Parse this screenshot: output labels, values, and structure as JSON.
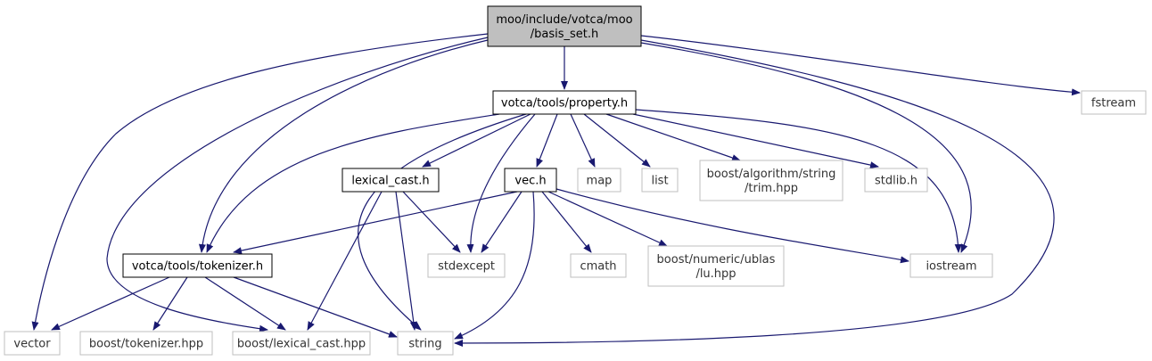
{
  "colors": {
    "edge": "#191970",
    "root_fill": "#bfbfbf",
    "root_border": "#000000",
    "internal_border": "#000000",
    "external_border": "#bfbfbf",
    "text": "#000000",
    "external_text": "#333333"
  },
  "nodes": {
    "root": {
      "lines": [
        "moo/include/votca/moo",
        "/basis_set.h"
      ],
      "kind": "root"
    },
    "property_h": {
      "lines": [
        "votca/tools/property.h"
      ],
      "kind": "internal"
    },
    "fstream": {
      "lines": [
        "fstream"
      ],
      "kind": "external"
    },
    "lexical_cast_h": {
      "lines": [
        "lexical_cast.h"
      ],
      "kind": "internal"
    },
    "vec_h": {
      "lines": [
        "vec.h"
      ],
      "kind": "internal"
    },
    "map": {
      "lines": [
        "map"
      ],
      "kind": "external"
    },
    "list": {
      "lines": [
        "list"
      ],
      "kind": "external"
    },
    "trim_hpp": {
      "lines": [
        "boost/algorithm/string",
        "/trim.hpp"
      ],
      "kind": "external"
    },
    "stdlib_h": {
      "lines": [
        "stdlib.h"
      ],
      "kind": "external"
    },
    "tokenizer_h": {
      "lines": [
        "votca/tools/tokenizer.h"
      ],
      "kind": "internal"
    },
    "stdexcept": {
      "lines": [
        "stdexcept"
      ],
      "kind": "external"
    },
    "cmath": {
      "lines": [
        "cmath"
      ],
      "kind": "external"
    },
    "lu_hpp": {
      "lines": [
        "boost/numeric/ublas",
        "/lu.hpp"
      ],
      "kind": "external"
    },
    "iostream": {
      "lines": [
        "iostream"
      ],
      "kind": "external"
    },
    "vector": {
      "lines": [
        "vector"
      ],
      "kind": "external"
    },
    "boost_tokenizer_hpp": {
      "lines": [
        "boost/tokenizer.hpp"
      ],
      "kind": "external"
    },
    "boost_lexical_cast_hpp": {
      "lines": [
        "boost/lexical_cast.hpp"
      ],
      "kind": "external"
    },
    "string": {
      "lines": [
        "string"
      ],
      "kind": "external"
    }
  },
  "edges": [
    [
      "root",
      "property_h"
    ],
    [
      "root",
      "fstream"
    ],
    [
      "root",
      "iostream"
    ],
    [
      "root",
      "string"
    ],
    [
      "root",
      "tokenizer_h"
    ],
    [
      "root",
      "vector"
    ],
    [
      "root",
      "boost_lexical_cast_hpp"
    ],
    [
      "property_h",
      "lexical_cast_h"
    ],
    [
      "property_h",
      "vec_h"
    ],
    [
      "property_h",
      "map"
    ],
    [
      "property_h",
      "list"
    ],
    [
      "property_h",
      "trim_hpp"
    ],
    [
      "property_h",
      "stdlib_h"
    ],
    [
      "property_h",
      "iostream"
    ],
    [
      "property_h",
      "tokenizer_h"
    ],
    [
      "property_h",
      "stdexcept"
    ],
    [
      "property_h",
      "string"
    ],
    [
      "lexical_cast_h",
      "stdexcept"
    ],
    [
      "lexical_cast_h",
      "string"
    ],
    [
      "lexical_cast_h",
      "boost_lexical_cast_hpp"
    ],
    [
      "vec_h",
      "tokenizer_h"
    ],
    [
      "vec_h",
      "stdexcept"
    ],
    [
      "vec_h",
      "cmath"
    ],
    [
      "vec_h",
      "lu_hpp"
    ],
    [
      "vec_h",
      "iostream"
    ],
    [
      "vec_h",
      "string"
    ],
    [
      "tokenizer_h",
      "vector"
    ],
    [
      "tokenizer_h",
      "boost_tokenizer_hpp"
    ],
    [
      "tokenizer_h",
      "boost_lexical_cast_hpp"
    ],
    [
      "tokenizer_h",
      "string"
    ]
  ]
}
